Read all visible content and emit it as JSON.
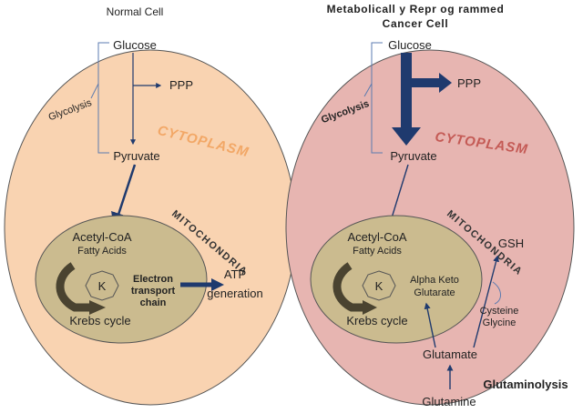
{
  "colors": {
    "normal_cell_fill": "#f9d3b1",
    "cancer_cell_fill": "#e7b5b1",
    "mitochondria_fill": "#cbbb8f",
    "arrow_blue": "#1f3a6e",
    "krebs_arrow": "#4a4330",
    "cytoplasm_normal": "#f2a766",
    "cytoplasm_cancer": "#c45a55"
  },
  "normal_cell": {
    "title": "Normal Cell",
    "glucose": "Glucose",
    "ppp": "PPP",
    "glycolysis": "Glycolysis",
    "pyruvate": "Pyruvate",
    "cytoplasm": "CYTOPLASM",
    "mitochondria": "MITOCHONDRIA",
    "acetyl_coa": "Acetyl-CoA",
    "fatty_acids": "Fatty Acids",
    "k": "K",
    "krebs_cycle": "Krebs cycle",
    "electron_transport_line1": "Electron",
    "electron_transport_line2": "transport",
    "electron_transport_line3": "chain",
    "atp_line1": "ATP",
    "atp_line2": "generation"
  },
  "cancer_cell": {
    "title_line1": "Metabolicall  y Repr og rammed",
    "title_line2": "Cancer  Cell",
    "glucose": "Glucose",
    "ppp": "PPP",
    "glycolysis": "Glycolysis",
    "pyruvate": "Pyruvate",
    "cytoplasm": "CYTOPLASM",
    "mitochondria": "MITOCHONDRIA",
    "acetyl_coa": "Acetyl-CoA",
    "fatty_acids": "Fatty Acids",
    "k": "K",
    "alpha_keto_line1": "Alpha Keto",
    "alpha_keto_line2": "Glutarate",
    "krebs_cycle": "Krebs cycle",
    "gsh": "GSH",
    "cysteine": "Cysteine",
    "glycine": "Glycine",
    "glutamate": "Glutamate",
    "glutamine": "Glutamine",
    "glutaminolysis": "Glutaminolysis"
  }
}
